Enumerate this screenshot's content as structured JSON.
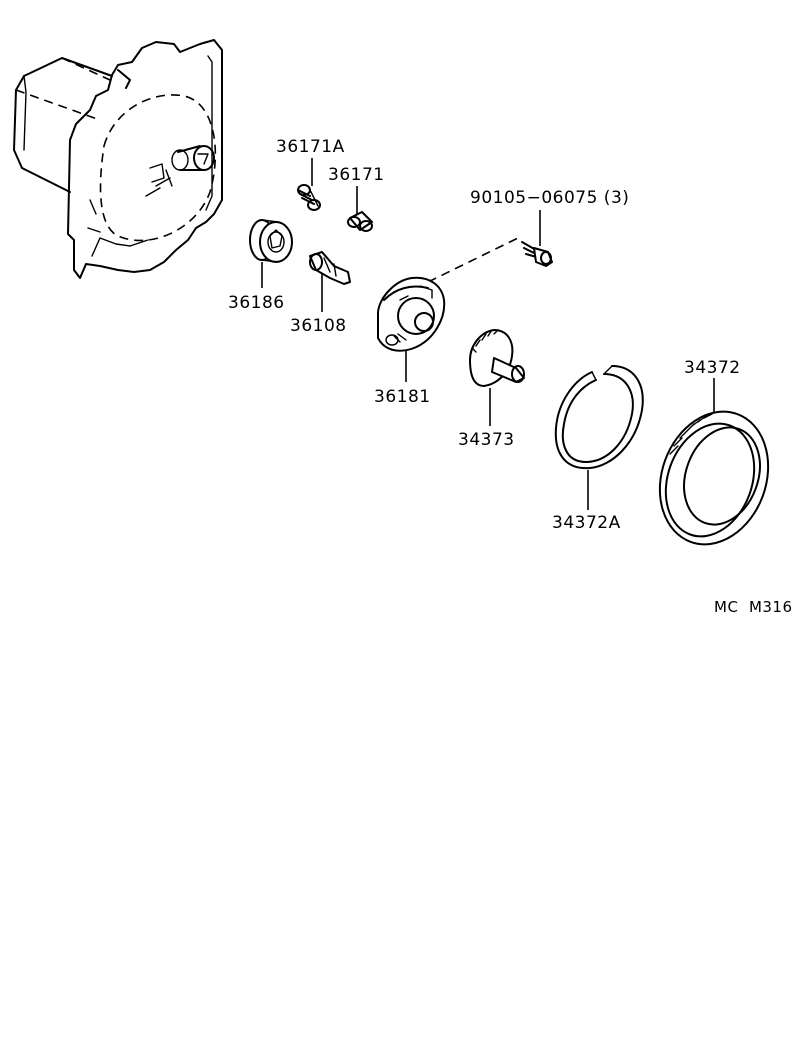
{
  "diagram": {
    "code": "MC  M316",
    "part_labels": {
      "p36171A": "36171A",
      "p36171": "36171",
      "p90105": "90105−06075 (3)",
      "p36186": "36186",
      "p36108": "36108",
      "p36181": "36181",
      "p34373": "34373",
      "p34372": "34372",
      "p34372A": "34372A"
    }
  }
}
